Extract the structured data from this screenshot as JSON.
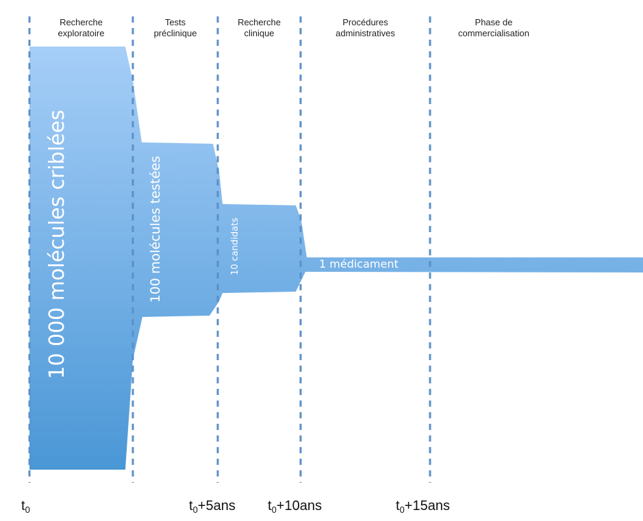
{
  "phases": [
    {
      "label": "Recherche\nexploratoire"
    },
    {
      "label": "Tests\npréclinique"
    },
    {
      "label": "Recherche\nclinique"
    },
    {
      "label": "Procédures\nadministratives"
    },
    {
      "label": "Phase de\ncommercialisation"
    }
  ],
  "stages": {
    "screened": "10 000 molécules criblées",
    "tested": "100 molécules testées",
    "candidates": "10 candidats",
    "drug": "1 médicament"
  },
  "time_axis": [
    {
      "base": "t",
      "sub": "0",
      "suffix": ""
    },
    {
      "base": "t",
      "sub": "0",
      "suffix": "+5ans"
    },
    {
      "base": "t",
      "sub": "0",
      "suffix": "+10ans"
    },
    {
      "base": "t",
      "sub": "0",
      "suffix": "+15ans"
    }
  ],
  "colors": {
    "funnel_top": "#a6cef8",
    "funnel_bottom": "#4a97d6",
    "divider": "#5b8fc7"
  }
}
